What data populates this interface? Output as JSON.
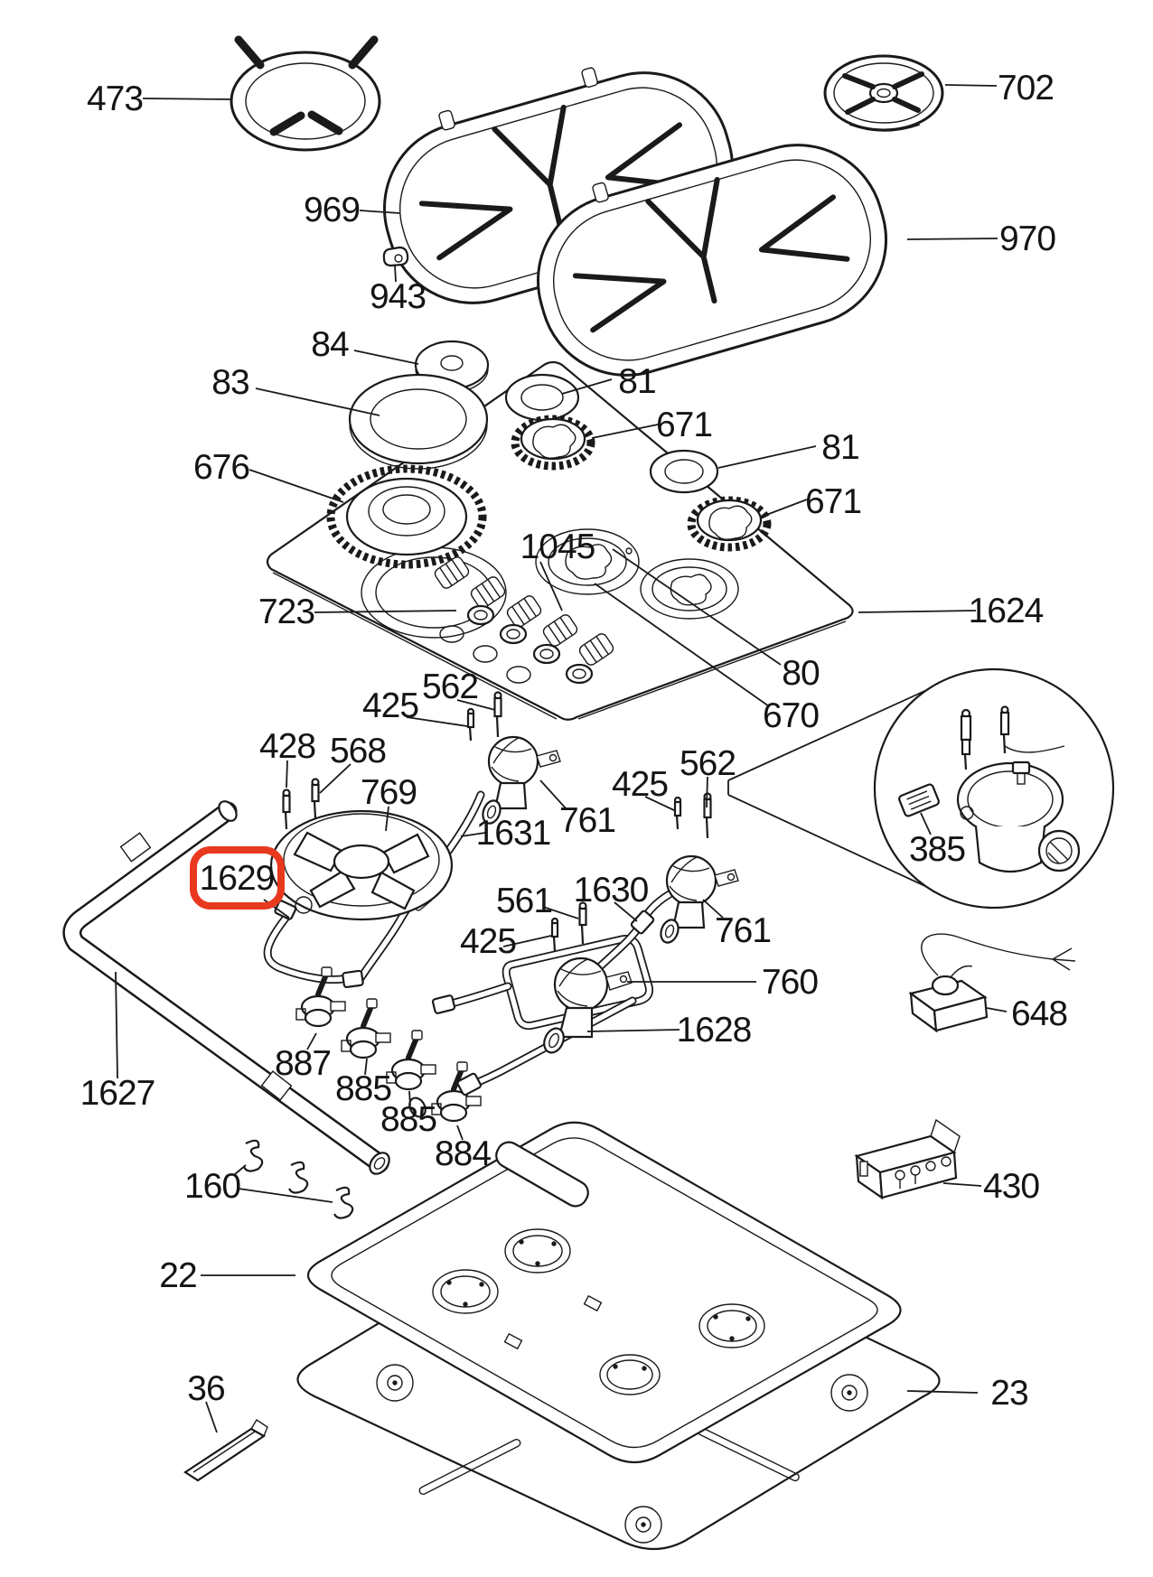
{
  "diagram": {
    "type": "exploded-parts-diagram",
    "subject": "gas hob cooktop assembly",
    "background": "#ffffff",
    "line_color": "#1a1a1a",
    "highlight": {
      "part_number": "1629",
      "color": "#e8391f",
      "shape": "rounded-rect-outline"
    },
    "labels": [
      {
        "text": "473"
      },
      {
        "text": "702"
      },
      {
        "text": "969"
      },
      {
        "text": "970"
      },
      {
        "text": "943"
      },
      {
        "text": "84"
      },
      {
        "text": "83"
      },
      {
        "text": "81"
      },
      {
        "text": "671"
      },
      {
        "text": "676"
      },
      {
        "text": "81"
      },
      {
        "text": "671"
      },
      {
        "text": "1045"
      },
      {
        "text": "723"
      },
      {
        "text": "1624"
      },
      {
        "text": "80"
      },
      {
        "text": "670"
      },
      {
        "text": "562"
      },
      {
        "text": "425"
      },
      {
        "text": "428"
      },
      {
        "text": "568"
      },
      {
        "text": "769"
      },
      {
        "text": "1631"
      },
      {
        "text": "761"
      },
      {
        "text": "425"
      },
      {
        "text": "562"
      },
      {
        "text": "385"
      },
      {
        "text": "1629"
      },
      {
        "text": "561"
      },
      {
        "text": "1630"
      },
      {
        "text": "425"
      },
      {
        "text": "761"
      },
      {
        "text": "760"
      },
      {
        "text": "648"
      },
      {
        "text": "1628"
      },
      {
        "text": "887"
      },
      {
        "text": "885"
      },
      {
        "text": "885"
      },
      {
        "text": "884"
      },
      {
        "text": "1627"
      },
      {
        "text": "160"
      },
      {
        "text": "430"
      },
      {
        "text": "22"
      },
      {
        "text": "36"
      },
      {
        "text": "23"
      }
    ]
  }
}
